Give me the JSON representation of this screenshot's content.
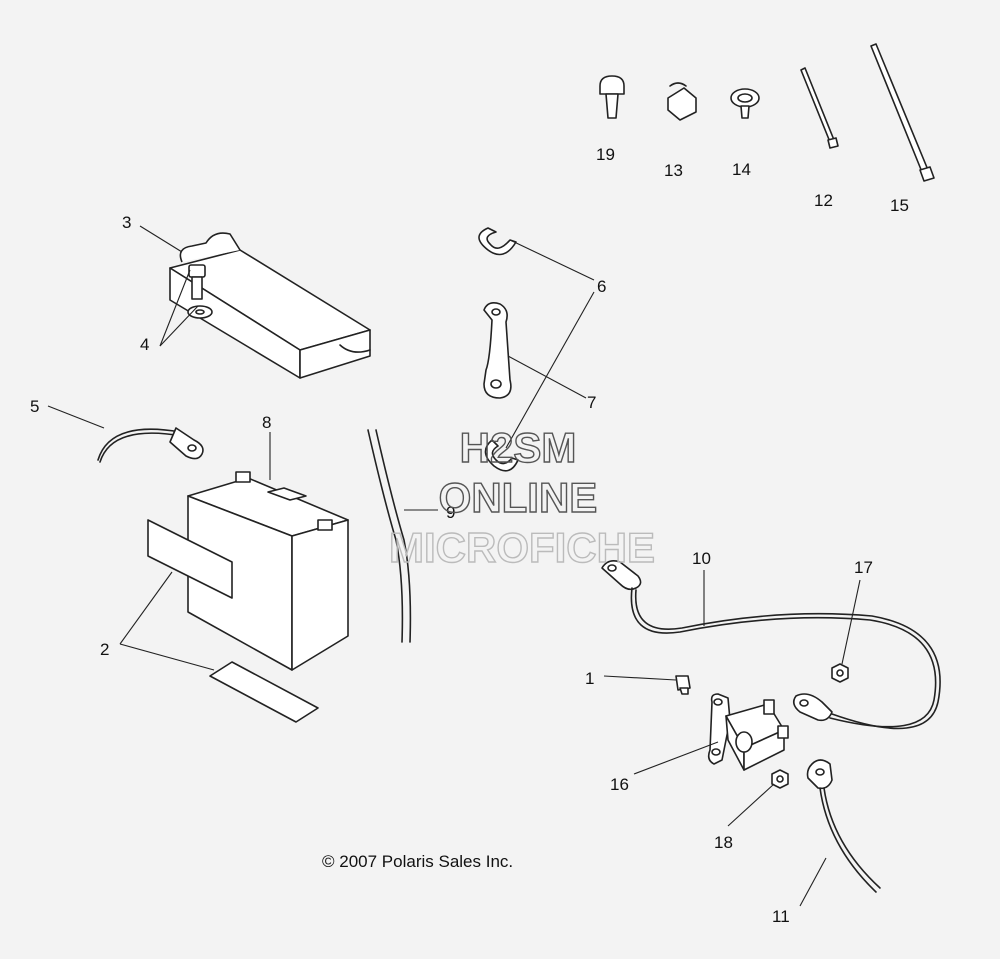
{
  "callouts": {
    "c1": "1",
    "c2": "2",
    "c3": "3",
    "c4": "4",
    "c5": "5",
    "c6": "6",
    "c7": "7",
    "c8": "8",
    "c9": "9",
    "c10": "10",
    "c11": "11",
    "c12": "12",
    "c13": "13",
    "c14": "14",
    "c15": "15",
    "c16": "16",
    "c17": "17",
    "c18": "18",
    "c19": "19"
  },
  "watermark": {
    "line1": "H2SM",
    "line2": "ONLINE",
    "line3": "MICROFICHE"
  },
  "copyright": "© 2007 Polaris Sales Inc."
}
